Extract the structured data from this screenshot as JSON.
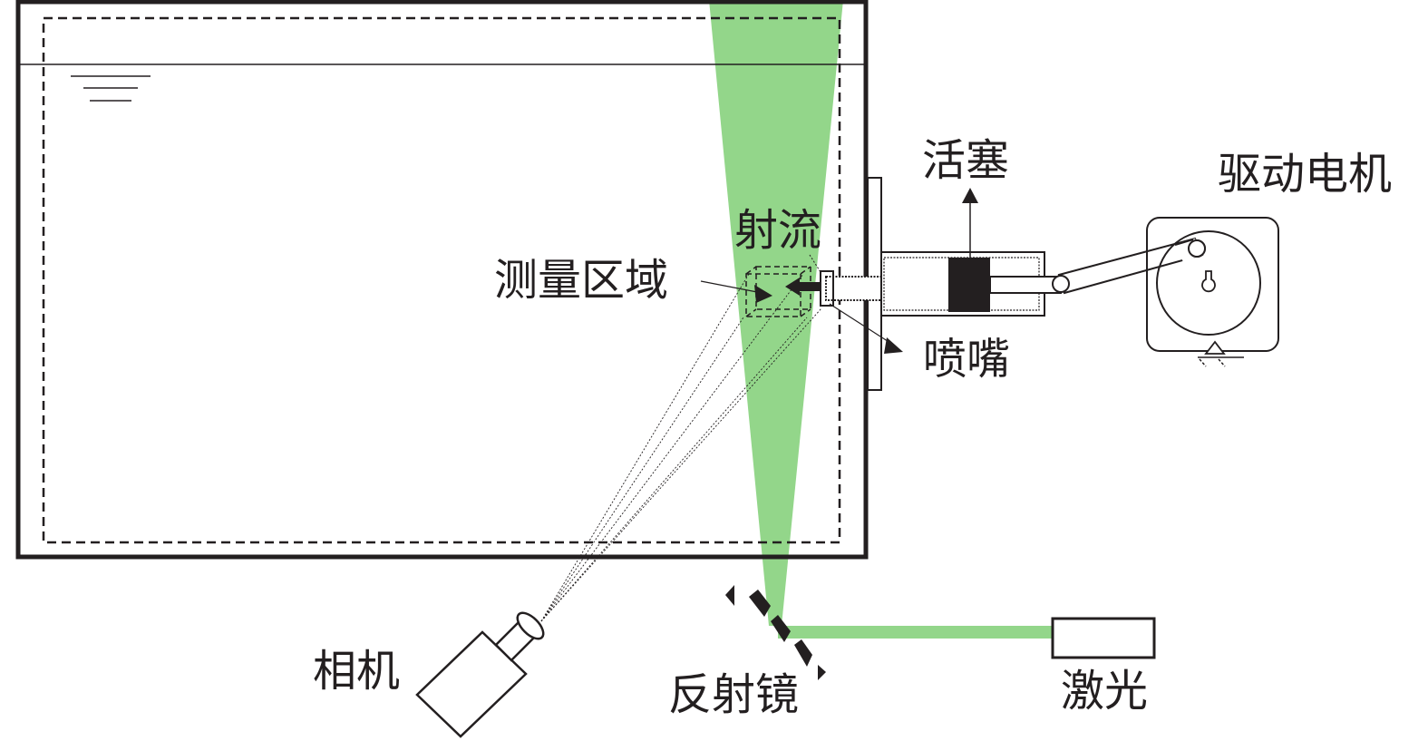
{
  "diagram": {
    "title": "PIV jet measurement setup",
    "colors": {
      "laser_sheet": "#93d68a",
      "stroke": "#231f20",
      "background": "#ffffff"
    },
    "labels": {
      "piston": "活塞",
      "drive_motor": "驱动电机",
      "jet": "射流",
      "measurement_region": "测量区域",
      "nozzle": "喷嘴",
      "camera": "相机",
      "mirror": "反射镜",
      "laser": "激光"
    },
    "components": [
      {
        "id": "water-tank",
        "icon": "tank-rectangle"
      },
      {
        "id": "water-surface",
        "icon": "water-level-symbol"
      },
      {
        "id": "laser-sheet",
        "icon": "green-light-sheet"
      },
      {
        "id": "nozzle",
        "icon": "nozzle-block"
      },
      {
        "id": "piston-cylinder",
        "icon": "cylinder-with-piston"
      },
      {
        "id": "connecting-rod",
        "icon": "crank-rod"
      },
      {
        "id": "drive-motor",
        "icon": "motor-wheel"
      },
      {
        "id": "camera",
        "icon": "camera-body-lens"
      },
      {
        "id": "mirror",
        "icon": "hatched-mirror"
      },
      {
        "id": "laser",
        "icon": "laser-box"
      }
    ]
  }
}
